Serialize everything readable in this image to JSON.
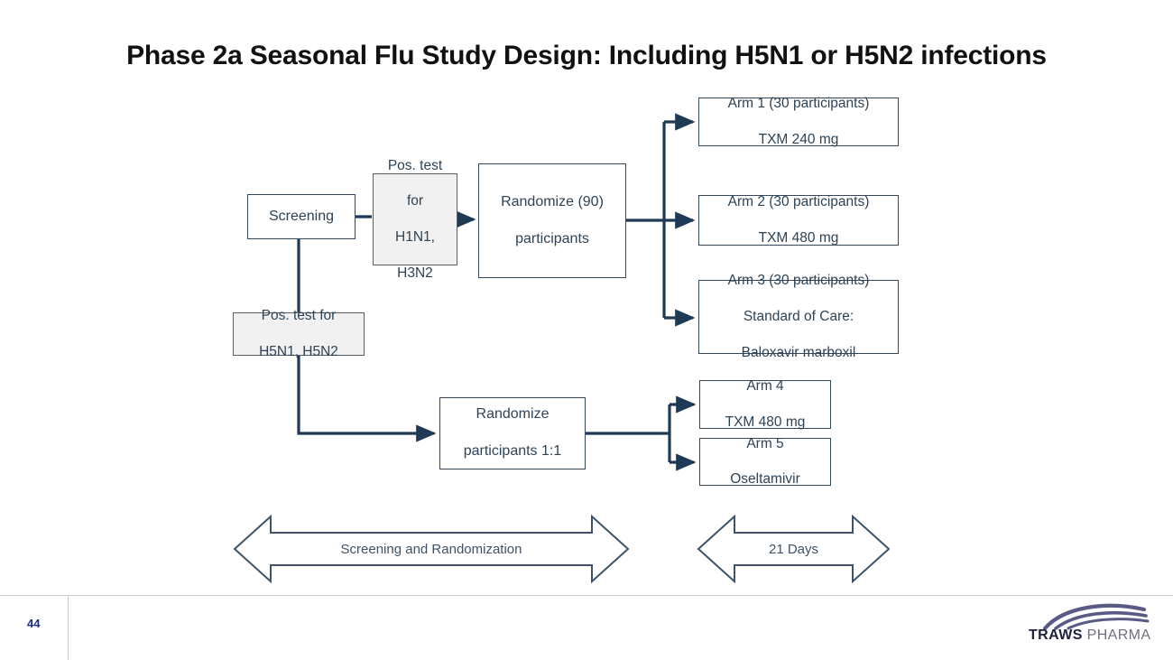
{
  "slide": {
    "title": "Phase 2a Seasonal Flu Study Design: Including H5N1 or H5N2 infections",
    "page_number": "44"
  },
  "colors": {
    "box_border": "#33485c",
    "box_text": "#2d4356",
    "gray_box_fill": "#f1f1f1",
    "connector": "#1f3a55",
    "banner_stroke": "#3f5266",
    "page_number": "#1f2f86",
    "logo_dark": "#20223f",
    "logo_light": "#6e707f",
    "logo_swoosh": "#5a5a86",
    "footer_rule": "#c9c9c9"
  },
  "flow": {
    "screening": {
      "label": "Screening"
    },
    "pos_test_h1n1": {
      "line1": "Pos. test",
      "line2": "for",
      "line3": "H1N1,",
      "line4": "H3N2"
    },
    "randomize_90": {
      "line1": "Randomize (90)",
      "line2": "participants"
    },
    "pos_test_h5n1": {
      "line1": "Pos. test for",
      "line2": "H5N1, H5N2"
    },
    "randomize_11": {
      "line1": "Randomize",
      "line2": "participants 1:1"
    },
    "arms": [
      {
        "id": "arm1",
        "line1": "Arm 1 (30 participants)",
        "line2": "TXM 240 mg",
        "line3": ""
      },
      {
        "id": "arm2",
        "line1": "Arm 2 (30 participants)",
        "line2": "TXM 480 mg",
        "line3": ""
      },
      {
        "id": "arm3",
        "line1": "Arm 3 (30 participants)",
        "line2": "Standard of Care:",
        "line3": "Baloxavir marboxil"
      },
      {
        "id": "arm4",
        "line1": "Arm 4",
        "line2": "TXM 480 mg",
        "line3": ""
      },
      {
        "id": "arm5",
        "line1": "Arm 5",
        "line2": "Oseltamivir",
        "line3": ""
      }
    ]
  },
  "timeline": {
    "screening_banner": "Screening and Randomization",
    "days_banner": "21 Days"
  },
  "logo": {
    "name_bold": "TRAWS",
    "name_light": " PHARMA"
  }
}
